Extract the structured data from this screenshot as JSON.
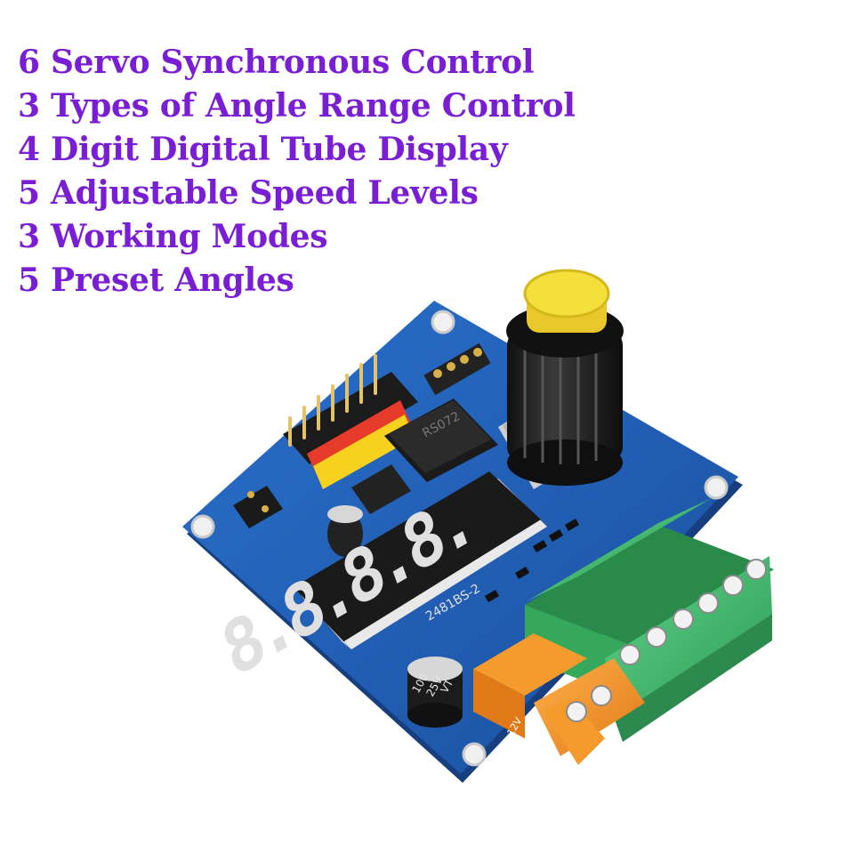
{
  "features": [
    "6 Servo Synchronous Control",
    "3 Types of Angle Range Control",
    "4 Digit Digital Tube Display",
    "5 Adjustable Speed Levels",
    "3 Working Modes",
    "5 Preset Angles"
  ],
  "board": {
    "display_digits": "8.8.8.8.",
    "display_part_number": "2481BS-2",
    "capacitor_label_1": "100",
    "capacitor_label_2": "25V",
    "capacitor_label_3": "VT",
    "power_label": "5~12V",
    "colors": {
      "pcb": "#1f5fb8",
      "text": "#7a1ed6",
      "knob_cap": "#f5df3a",
      "terminal_green": "#3fbf6f",
      "terminal_orange": "#f59a2c"
    }
  }
}
